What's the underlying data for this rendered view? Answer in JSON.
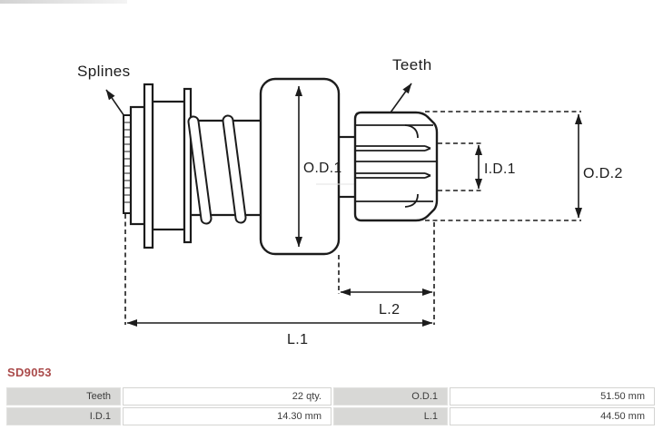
{
  "part": {
    "code": "SD9053",
    "code_color": "#aa4a4a"
  },
  "diagram": {
    "type": "technical-drawing",
    "subject": "starter-drive-bendix",
    "labels": {
      "splines": "Splines",
      "teeth": "Teeth",
      "od1": "O.D.1",
      "id1": "I.D.1",
      "od2": "O.D.2",
      "l2": "L.2",
      "l1": "L.1"
    },
    "line_color": "#1c1c1c"
  },
  "specs": {
    "rows": [
      {
        "cells": [
          {
            "label": "Teeth",
            "value": "22 qty."
          },
          {
            "label": "O.D.1",
            "value": "51.50 mm"
          }
        ]
      },
      {
        "cells": [
          {
            "label": "I.D.1",
            "value": "14.30 mm"
          },
          {
            "label": "L.1",
            "value": "44.50 mm"
          }
        ]
      }
    ]
  }
}
